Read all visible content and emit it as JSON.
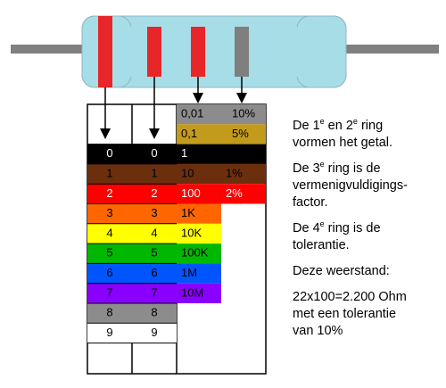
{
  "resistor": {
    "bands": [
      {
        "role": "first digit",
        "color": "#e8262a"
      },
      {
        "role": "second digit",
        "color": "#e8262a"
      },
      {
        "role": "multiplier",
        "color": "#e8262a"
      },
      {
        "role": "tolerance",
        "color": "#7f7f7f"
      }
    ],
    "body_color": "#a7dde7",
    "lead_color": "#808080"
  },
  "table": {
    "top_rows": [
      {
        "mult": "0,01",
        "tol": "10%",
        "color": "#8c8c8c"
      },
      {
        "mult": "0,1",
        "tol": "5%",
        "color": "#c39b1c"
      }
    ],
    "rows": [
      {
        "d1": "0",
        "d2": "0",
        "mult": "1",
        "tol": "",
        "color": "#000000",
        "text": "#ffffff"
      },
      {
        "d1": "1",
        "d2": "1",
        "mult": "10",
        "tol": "1%",
        "color": "#6b2f0e",
        "text": "#000000"
      },
      {
        "d1": "2",
        "d2": "2",
        "mult": "100",
        "tol": "2%",
        "color": "#ff0000",
        "text": "#ffffff"
      },
      {
        "d1": "3",
        "d2": "3",
        "mult": "1K",
        "tol": "",
        "color": "#ff6600",
        "text": "#000000"
      },
      {
        "d1": "4",
        "d2": "4",
        "mult": "10K",
        "tol": "",
        "color": "#ffff00",
        "text": "#000000"
      },
      {
        "d1": "5",
        "d2": "5",
        "mult": "100K",
        "tol": "",
        "color": "#00b800",
        "text": "#000000"
      },
      {
        "d1": "6",
        "d2": "6",
        "mult": "1M",
        "tol": "",
        "color": "#0055ff",
        "text": "#000000"
      },
      {
        "d1": "7",
        "d2": "7",
        "mult": "10M",
        "tol": "",
        "color": "#8a00ff",
        "text": "#000000"
      },
      {
        "d1": "8",
        "d2": "8",
        "mult": "",
        "tol": "",
        "color": "#8c8c8c",
        "text": "#000000"
      },
      {
        "d1": "9",
        "d2": "9",
        "mult": "",
        "tol": "",
        "color": "#ffffff",
        "text": "#000000"
      }
    ]
  },
  "legend": {
    "l1_a": "De 1",
    "l1_sup1": "e",
    "l1_b": " en 2",
    "l1_sup2": "e",
    "l1_c": " ring",
    "l2": "vormen het getal.",
    "l3_a": "De 3",
    "l3_sup": "e",
    "l3_b": " ring is de",
    "l4": "vermenigvuldigings-",
    "l5": "factor.",
    "l6_a": "De 4",
    "l6_sup": "e",
    "l6_b": " ring is de",
    "l7": "tolerantie.",
    "l8": "Deze weerstand:",
    "l9": "22x100=2.200 Ohm",
    "l10": "met een tolerantie",
    "l11": "van 10%"
  }
}
